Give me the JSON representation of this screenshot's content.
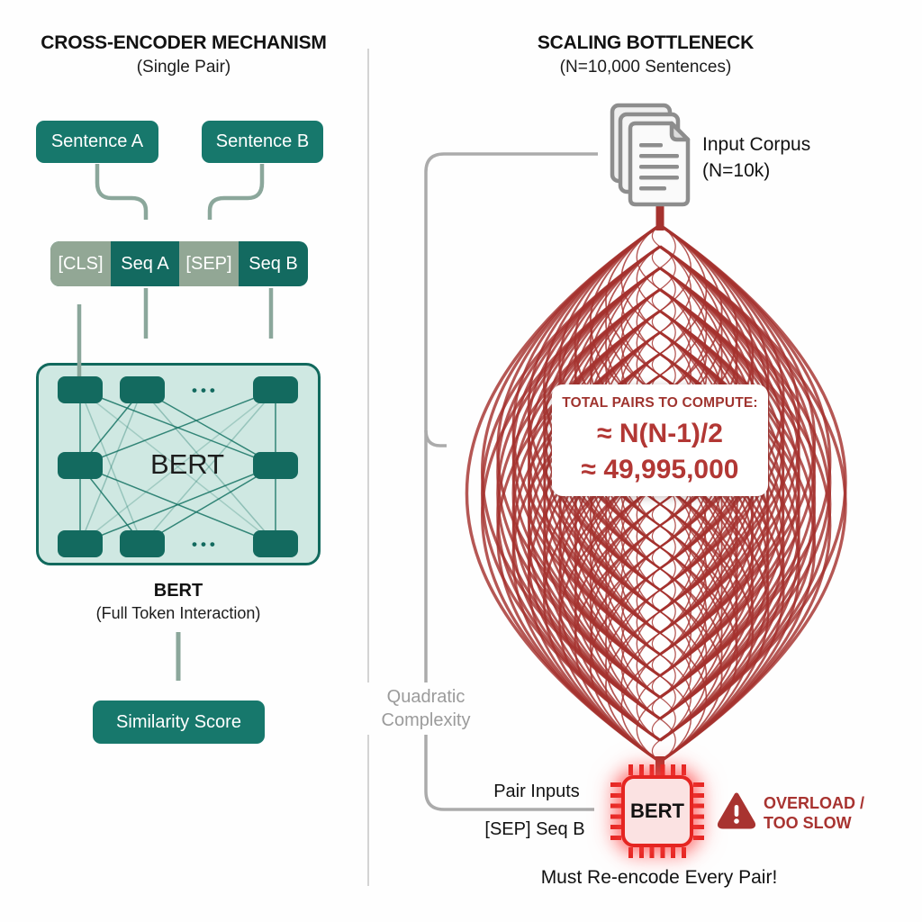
{
  "left": {
    "title": "CROSS-ENCODER MECHANISM",
    "subtitle": "(Single Pair)",
    "sentence_a": "Sentence A",
    "sentence_b": "Sentence B",
    "tokens": [
      "[CLS]",
      "Seq A",
      "[SEP]",
      "Seq B"
    ],
    "bert_label": "BERT",
    "dots": "•••",
    "caption_title": "BERT",
    "caption_sub": "(Full Token Interaction)",
    "similarity": "Similarity Score"
  },
  "right": {
    "title": "SCALING BOTTLENECK",
    "subtitle": "(N=10,000 Sentences)",
    "corpus_line1": "Input Corpus",
    "corpus_line2": "(N=10k)",
    "pairs_card": {
      "heading": "TOTAL PAIRS TO COMPUTE:",
      "formula": "≈ N(N-1)/2",
      "value": "≈ 49,995,000"
    },
    "quadratic_line1": "Quadratic",
    "quadratic_line2": "Complexity",
    "pair_inputs": "Pair Inputs",
    "pair_tokens": "[SEP] Seq B",
    "chip_label": "BERT",
    "overload_line1": "OVERLOAD /",
    "overload_line2": "TOO SLOW",
    "bottom_note": "Must Re-encode Every Pair!"
  },
  "colors": {
    "teal": "#17786c",
    "teal_dark": "#136a60",
    "teal_fill": "#cfe8e2",
    "sage": "#92a795",
    "green_arrow": "#8ba79b",
    "gray_arrow": "#ababab",
    "mesh_red": "#a5322e",
    "bright_red": "#e52521",
    "dark_red_text": "#a83330"
  }
}
